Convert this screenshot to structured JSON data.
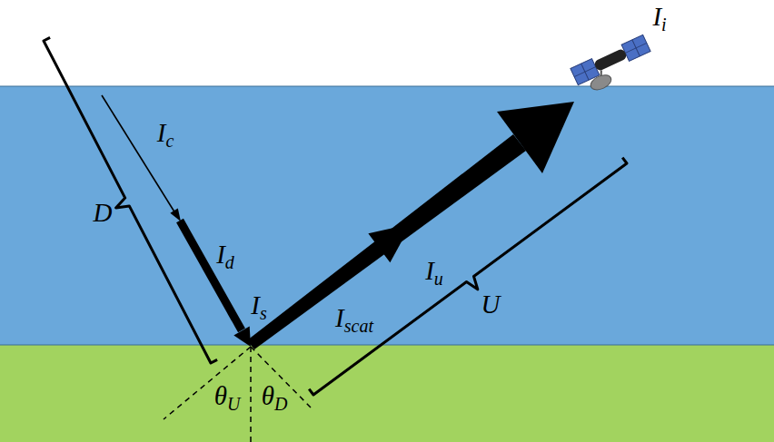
{
  "diagram": {
    "labels": [
      "Ii",
      "Ic",
      "D",
      "Id",
      "Is",
      "Iu",
      "Iscat",
      "U",
      "θU",
      "θD"
    ]
  }
}
